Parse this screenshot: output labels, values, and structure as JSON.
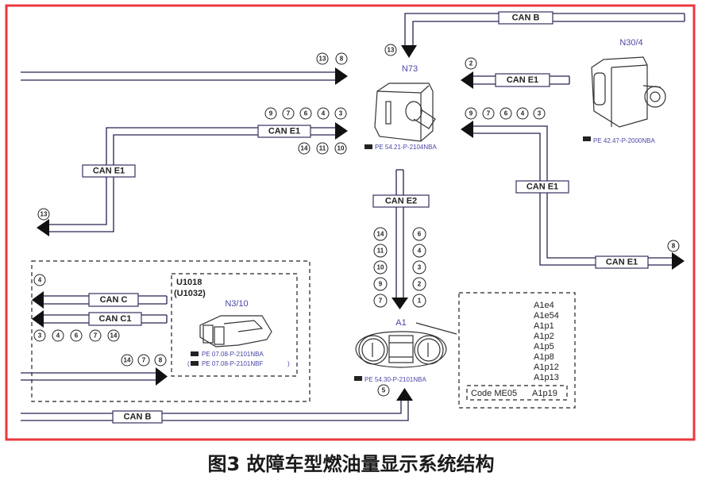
{
  "caption": "图3 故障车型燃油量显示系统结构",
  "colors": {
    "frame": "#e8393f",
    "component_label": "#4a46a8",
    "wire": "#2a2050"
  },
  "components": {
    "n73": {
      "label": "N73",
      "ref": "PE 54.21-P-2104NBA",
      "icon": "ignition-switch-icon"
    },
    "n30_4": {
      "label": "N30/4",
      "ref": "PE 42.47-P-2000NBA",
      "icon": "esp-unit-icon"
    },
    "n3_10": {
      "label": "N3/10",
      "ref1": "PE 07.08-P-2101NBA",
      "ref2": "PE 07.08-P-2101NBF",
      "variant1": "U1018",
      "variant2": "(U1032)",
      "icon": "engine-ecu-icon"
    },
    "a1": {
      "label": "A1",
      "ref": "PE 54.30-P-2101NBA",
      "icon": "instrument-cluster-icon"
    }
  },
  "a1_items": [
    "A1e4",
    "A1e54",
    "A1p1",
    "A1p2",
    "A1p5",
    "A1p8",
    "A1p12",
    "A1p13"
  ],
  "a1_code": {
    "label": "Code ME05",
    "item": "A1p19"
  },
  "buses": {
    "can_b_top": "CAN B",
    "can_e1_n30": "CAN E1",
    "can_e1_left_h": "CAN E1",
    "can_e1_left_v": "CAN E1",
    "can_e1_right_v": "CAN E1",
    "can_e1_right_h": "CAN E1",
    "can_e2": "CAN E2",
    "can_c": "CAN C",
    "can_c1": "CAN C1",
    "can_b_bottom": "CAN B"
  },
  "markers": {
    "top_arrow": [
      "13",
      "8"
    ],
    "can_b_top": [
      "13"
    ],
    "n30_in": [
      "2"
    ],
    "left_e1_above": [
      "9",
      "7",
      "6",
      "4",
      "3"
    ],
    "left_e1_below": [
      "14",
      "11",
      "10"
    ],
    "right_e1_above": [
      "9",
      "7",
      "6",
      "4",
      "3"
    ],
    "left_e1_out": [
      "13"
    ],
    "right_e1_out": [
      "8"
    ],
    "e2_left": [
      "14",
      "11",
      "10",
      "9",
      "7"
    ],
    "e2_right": [
      "6",
      "4",
      "3",
      "2",
      "1"
    ],
    "can_c_out": [
      "4"
    ],
    "can_c1_out": [
      "3",
      "4",
      "6",
      "7",
      "14"
    ],
    "ecu_in": [
      "14",
      "7",
      "8"
    ],
    "a1_in": [
      "5"
    ]
  }
}
